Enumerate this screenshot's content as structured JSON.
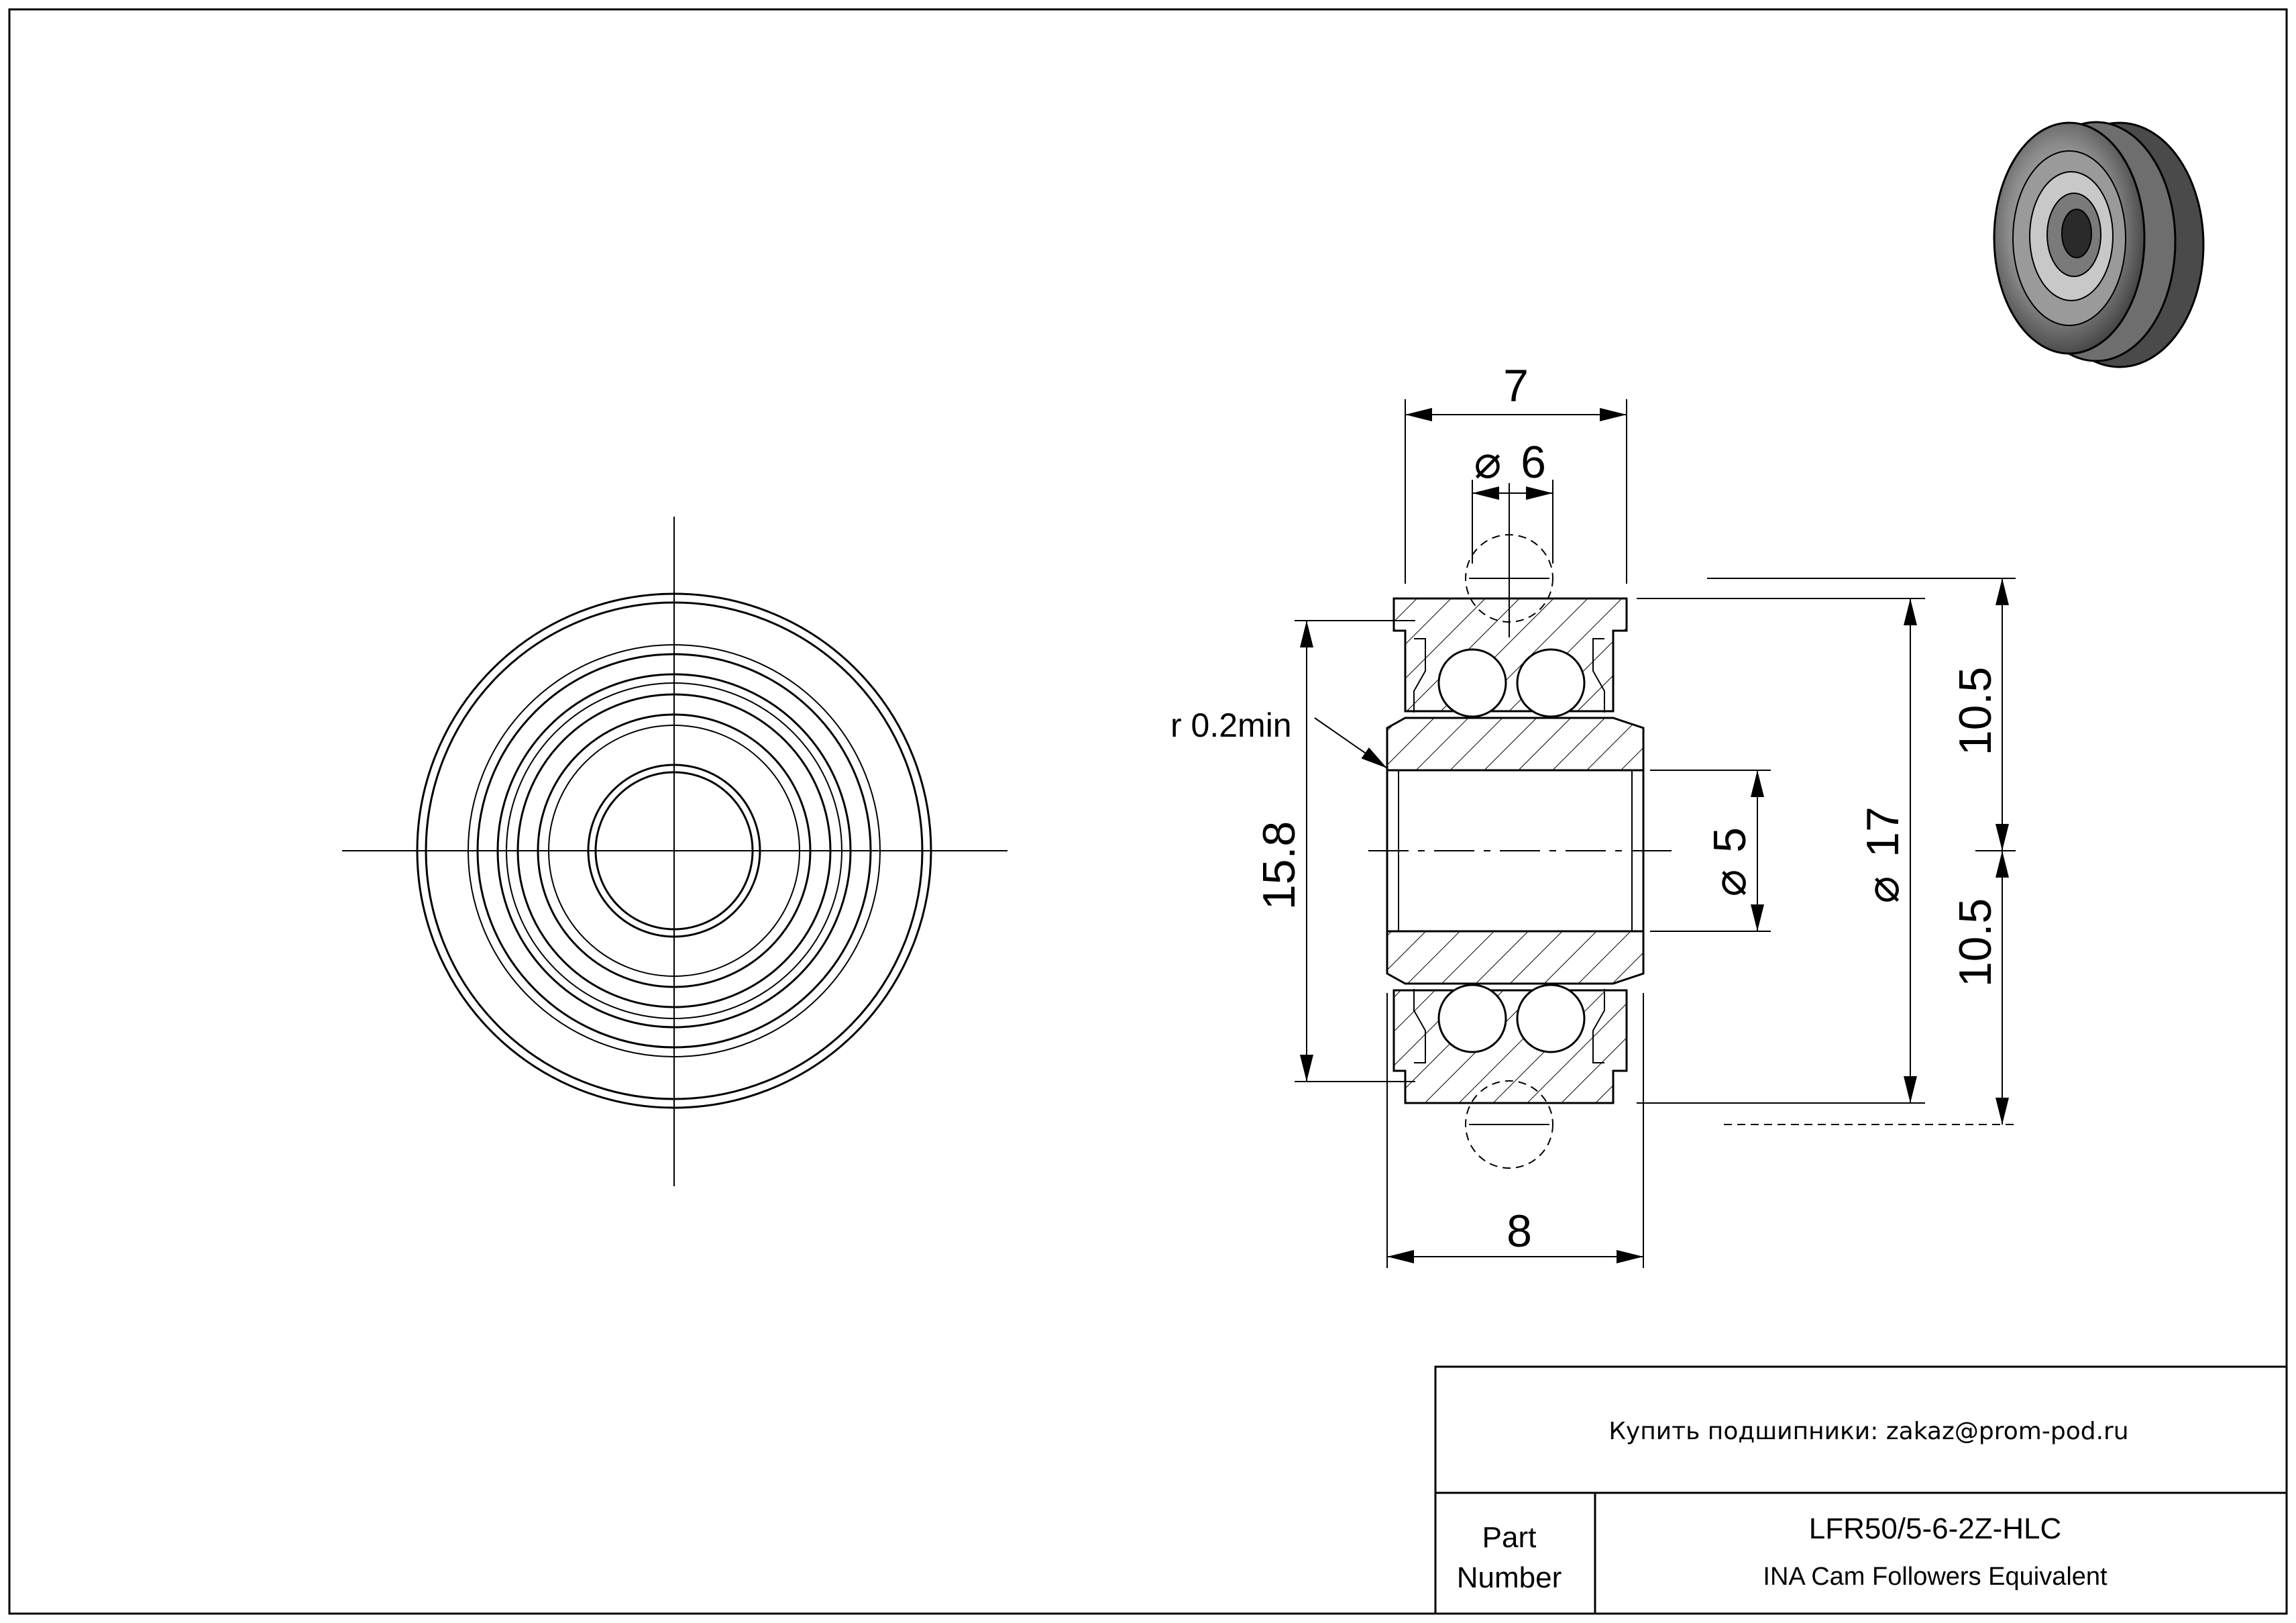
{
  "dimensions": {
    "width_top": "7",
    "ball_dia": "6",
    "width_bottom": "8",
    "height_inner": "15.8",
    "bore": "5",
    "outer_dia": "17",
    "half_top": "10.5",
    "half_bottom": "10.5",
    "radius_note": "r 0.2min",
    "dia_symbol": "⌀"
  },
  "title_block": {
    "contact_text": "Купить подшипники: zakaz@prom-pod.ru",
    "part_label_line1": "Part",
    "part_label_line2": "Number",
    "part_number": "LFR50/5-6-2Z-HLC",
    "description": "INA Cam Followers Equivalent"
  },
  "icons": {
    "thumbnail": "bearing-3d-icon"
  }
}
